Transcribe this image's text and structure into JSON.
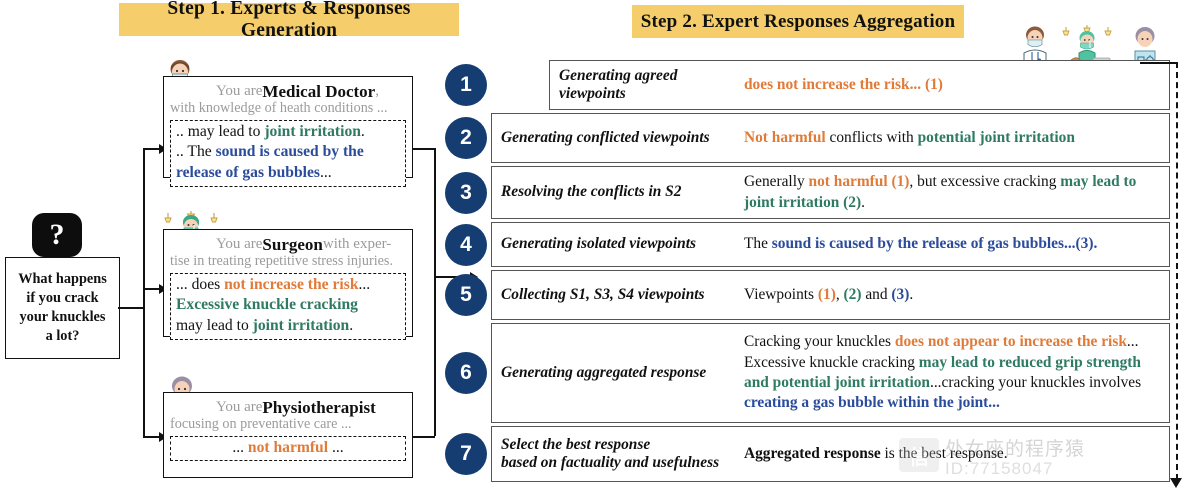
{
  "banners": {
    "step1": "Step 1. Experts & Responses Generation",
    "step2": "Step 2. Expert Responses Aggregation"
  },
  "question": {
    "bubble_icon": "question-mark",
    "text_lines": [
      "What happens",
      "if you crack",
      "your knuckles",
      "a lot?"
    ]
  },
  "experts": [
    {
      "avatar": "medical-doctor-avatar",
      "persona_prefix": "You are ",
      "role": "Medical Doctor",
      "persona_suffix": " ,",
      "persona_sub": "with knowledge of heath conditions ...",
      "answer_html": ".. may lead to <span class=\"g\">joint irritation</span>.<br>.. The <span class=\"b\">sound is caused by the release of gas bubbles</span>..."
    },
    {
      "avatar": "surgeon-avatar",
      "persona_prefix": "You are ",
      "role": "Surgeon",
      "persona_suffix": " with exper-",
      "persona_sub": "tise in treating repetitive stress injuries.",
      "answer_html": "... does <span class=\"o\">not increase the risk</span>...<br><span class=\"g\">Excessive knuckle cracking</span><br>may lead to <span class=\"g\">joint irritation</span>."
    },
    {
      "avatar": "physiotherapist-avatar",
      "persona_prefix": "You are ",
      "role": "Physiotherapist",
      "persona_suffix": "",
      "persona_sub": "focusing on preventative care ...",
      "answer_html": "... <span class=\"o\">not harmful</span> ..."
    }
  ],
  "steps": [
    {
      "number": "1",
      "label": "Generating agreed viewpoints",
      "content_html": "<span class=\"o\">does not increase the risk... (1)</span>",
      "height": 50,
      "indent": 58
    },
    {
      "number": "2",
      "label": "Generating conflicted viewpoints",
      "content_html": "<span class=\"o\">Not harmful</span> conflicts with <span class=\"g\">potential joint irritation</span>",
      "height": 50,
      "indent": 0
    },
    {
      "number": "3",
      "label": "Resolving the conflicts in S2",
      "content_html": "Generally <span class=\"o\">not harmful (1)</span>, but excessive cracking <span class=\"g\">may lead to joint irritation (2)</span>.",
      "height": 53,
      "indent": 0
    },
    {
      "number": "4",
      "label": "Generating isolated viewpoints",
      "content_html": "The <span class=\"b\">sound is caused by the release of gas bubbles...(3).</span>",
      "height": 45,
      "indent": 0
    },
    {
      "number": "5",
      "label": "Collecting S1, S3, S4 viewpoints",
      "content_html": "Viewpoints <span class=\"o\">(1)</span>, <span class=\"g\">(2)</span> and <span class=\"b\">(3)</span>.",
      "height": 50,
      "indent": 0
    },
    {
      "number": "6",
      "label": "Generating aggregated response",
      "content_html": "Cracking your knuckles <span class=\"o\">does not appear to increase the risk</span>... Excessive knuckle cracking <span class=\"g\">may lead to reduced grip strength and potential joint irritation</span>...cracking your knuckles involves <span class=\"b\">creating a gas bubble within the joint...</span>",
      "height": 100,
      "indent": 0
    },
    {
      "number": "7",
      "label": "Select the best response\nbased on factuality and usefulness",
      "content_html": "<b>Aggregated response</b> is the best response.",
      "height": 56,
      "indent": 0
    }
  ],
  "trio": {
    "avatars": [
      "medical-doctor-avatar",
      "surgeon-avatar",
      "physiotherapist-avatar"
    ]
  },
  "watermark": {
    "text": "处女座的程序猿",
    "id": "ID:77158047",
    "logo_glyph": "信"
  },
  "colors": {
    "banner": "#F5CE6B",
    "badge": "#153D72",
    "green": "#2E7A63",
    "orange": "#E07B39",
    "blue": "#2B4C9B",
    "border": "#111111"
  }
}
